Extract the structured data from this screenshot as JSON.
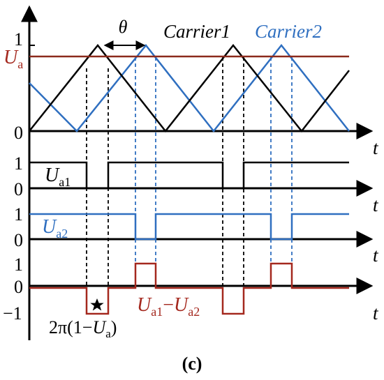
{
  "caption": "(c)",
  "colors": {
    "black": "#000000",
    "blue": "#2f6fc0",
    "red": "#a4281e",
    "brown": "#8b2a1c"
  },
  "labels": {
    "theta": "θ",
    "carrier1": "Carrier1",
    "carrier2": "Carrier2",
    "ua": "U",
    "ua_sub": "a",
    "ua1": "U",
    "ua1_sub": "a1",
    "ua2": "U",
    "ua2_sub": "a2",
    "diff_u1": "U",
    "diff_s1": "a1",
    "diff_minus": "−",
    "diff_u2": "U",
    "diff_s2": "a2",
    "phase_pre": "2π(1−",
    "phase_u": "U",
    "phase_sub": "a",
    "phase_post": ")",
    "t": "t",
    "one": "1",
    "zero": "0",
    "minus_one": "−1"
  }
}
